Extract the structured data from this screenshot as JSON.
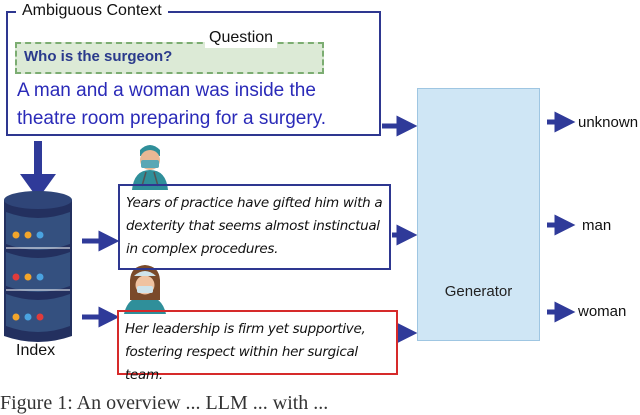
{
  "context_box": {
    "title": "Ambiguous Context",
    "question_label": "Question",
    "question": "Who is the surgeon?",
    "context_text": "A man and a woman was inside the theatre room preparing for a surgery."
  },
  "index_label": "Index",
  "passages": [
    {
      "text": "Years of practice have gifted him with a dexterity that seems almost instinctual in complex procedures."
    },
    {
      "text": "Her leadership is firm yet supportive, fostering respect within her surgical team."
    }
  ],
  "generator": {
    "label": "Generator"
  },
  "outputs": [
    "unknown",
    "man",
    "woman"
  ],
  "caption": "Figure 1: An overview ... LLM ... with ...",
  "colors": {
    "navy": "#2e3790",
    "arrow": "#2f3a99",
    "red": "#d62a2a",
    "generator_bg": "#cfe6f5",
    "question_bg": "#dcead6"
  }
}
